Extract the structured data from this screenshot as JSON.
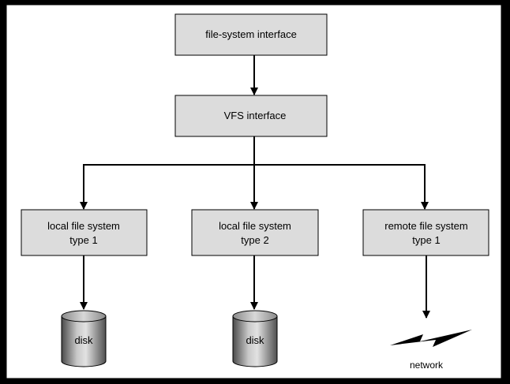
{
  "diagram": {
    "top_box": "file-system interface",
    "vfs_box": "VFS interface",
    "boxes": [
      {
        "line1": "local file system",
        "line2": "type 1"
      },
      {
        "line1": "local file system",
        "line2": "type 2"
      },
      {
        "line1": "remote file system",
        "line2": "type 1"
      }
    ],
    "disk1_label": "disk",
    "disk2_label": "disk",
    "network_label": "network"
  },
  "colors": {
    "background_frame": "#000000",
    "canvas": "#ffffff",
    "box_fill": "#dcdcdc",
    "line": "#000000",
    "disk_dark": "#5a5a5a",
    "disk_light": "#c8c8c8"
  },
  "icons": {
    "disk": "disk-cylinder-icon",
    "network": "lightning-bolt-icon"
  }
}
